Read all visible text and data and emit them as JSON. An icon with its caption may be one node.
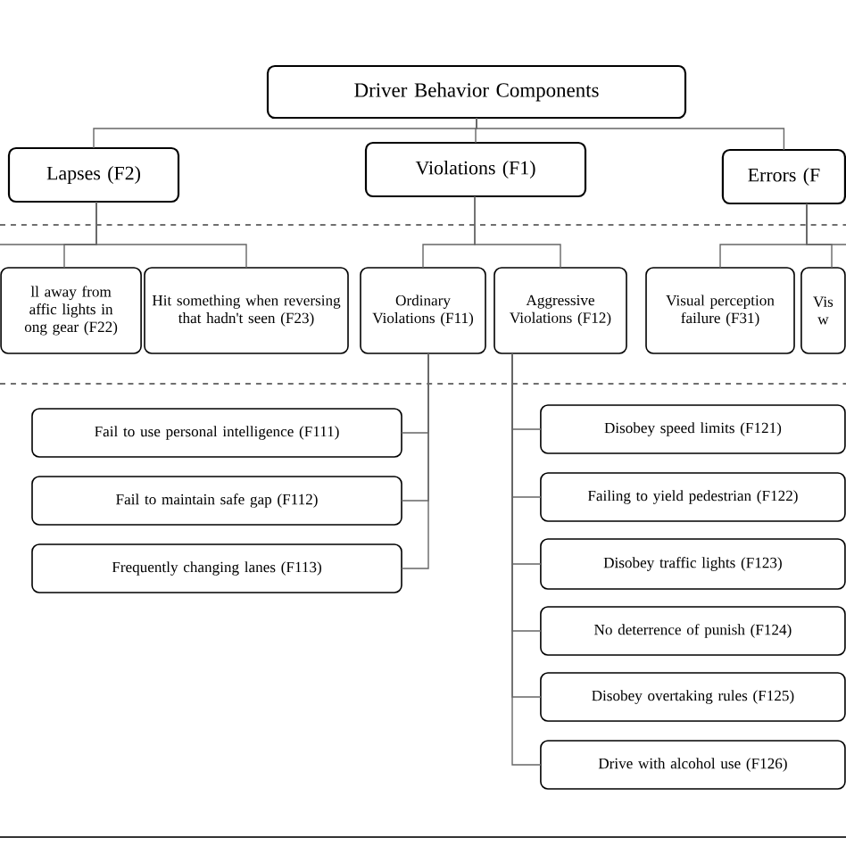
{
  "diagram": {
    "nodes": [
      {
        "text": [
          "Driver Behavior Components"
        ]
      },
      {
        "text": [
          "Lapses (F2)"
        ]
      },
      {
        "text": [
          "Violations (F1)"
        ]
      },
      {
        "text": [
          "Errors (F"
        ]
      },
      {
        "text": [
          "ll away from affic lights in ong gear (F22)"
        ]
      },
      {
        "text": [
          "Hit something when reversing that hadn't seen (F23)"
        ]
      },
      {
        "text": [
          "Ordinary Violations (F11)"
        ]
      },
      {
        "text": [
          "Aggressive Violations (F12)"
        ]
      },
      {
        "text": [
          "Visual perception failure (F31)"
        ]
      },
      {
        "text": [
          "Vis w"
        ]
      },
      {
        "text": [
          "Fail to use personal intelligence (F111)"
        ]
      },
      {
        "text": [
          "Fail to maintain safe gap (F112)"
        ]
      },
      {
        "text": [
          "Frequently changing lanes (F113)"
        ]
      },
      {
        "text": [
          "Disobey speed limits (F121)"
        ]
      },
      {
        "text": [
          "Failing to yield pedestrian (F122)"
        ]
      },
      {
        "text": [
          "Disobey traffic lights (F123)"
        ]
      },
      {
        "text": [
          "No deterrence of punish (F124)"
        ]
      },
      {
        "text": [
          "Disobey overtaking rules (F125)"
        ]
      },
      {
        "text": [
          "Drive with alcohol use (F126)"
        ]
      }
    ],
    "edges": [
      {
        "from": 0,
        "to": 1,
        "arrow": "none"
      },
      {
        "from": 0,
        "to": 2,
        "arrow": "none"
      },
      {
        "from": 0,
        "to": 3,
        "arrow": "none"
      },
      {
        "from": 1,
        "to": null,
        "arrow": "none"
      },
      {
        "from": 1,
        "to": 4,
        "arrow": "none"
      },
      {
        "from": 1,
        "to": 5,
        "arrow": "none"
      },
      {
        "from": 2,
        "to": 6,
        "arrow": "none"
      },
      {
        "from": 2,
        "to": 7,
        "arrow": "none"
      },
      {
        "from": 3,
        "to": 8,
        "arrow": "none"
      },
      {
        "from": 3,
        "to": 9,
        "arrow": "none"
      },
      {
        "from": 3,
        "to": null,
        "arrow": "none"
      },
      {
        "from": 6,
        "to": 10,
        "arrow": "none"
      },
      {
        "from": 6,
        "to": 11,
        "arrow": "none"
      },
      {
        "from": 6,
        "to": 12,
        "arrow": "none"
      },
      {
        "from": 7,
        "to": 13,
        "arrow": "none"
      },
      {
        "from": 7,
        "to": 14,
        "arrow": "none"
      },
      {
        "from": 7,
        "to": 15,
        "arrow": "none"
      },
      {
        "from": 7,
        "to": 16,
        "arrow": "none"
      },
      {
        "from": 7,
        "to": 17,
        "arrow": "none"
      },
      {
        "from": 7,
        "to": 18,
        "arrow": "none"
      }
    ]
  }
}
